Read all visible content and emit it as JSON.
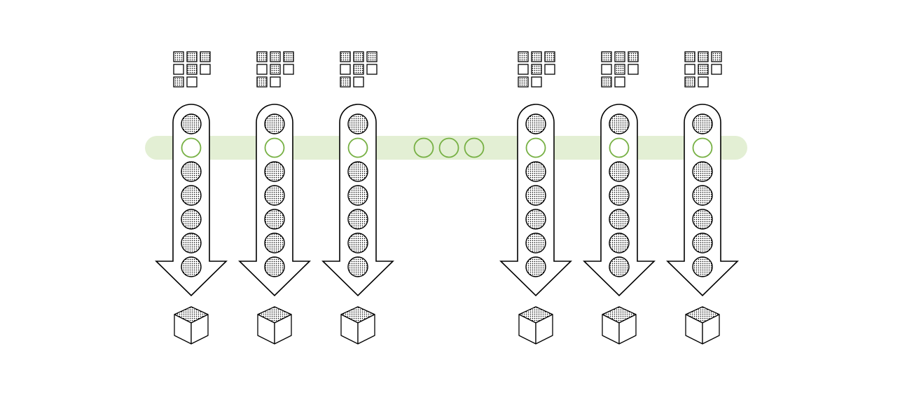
{
  "colors": {
    "stroke": "#000000",
    "fill": "#ffffff",
    "dots": "#000000",
    "highlight_band": "#e3efd4",
    "highlight_circle": "#76b043"
  },
  "columns": [
    {
      "id": "column-1",
      "grid_pattern": [
        1,
        1,
        1,
        0,
        1,
        0,
        1,
        0
      ],
      "circle_count": 7,
      "highlighted_index": 1
    },
    {
      "id": "column-2",
      "grid_pattern": [
        1,
        1,
        1,
        0,
        1,
        0,
        1,
        0
      ],
      "circle_count": 7,
      "highlighted_index": 1
    },
    {
      "id": "column-3",
      "grid_pattern": [
        1,
        1,
        1,
        0,
        1,
        0,
        1,
        0
      ],
      "circle_count": 7,
      "highlighted_index": 1
    },
    {
      "id": "column-4",
      "grid_pattern": [
        1,
        1,
        1,
        0,
        1,
        0,
        1,
        0
      ],
      "circle_count": 7,
      "highlighted_index": 1
    },
    {
      "id": "column-5",
      "grid_pattern": [
        1,
        1,
        1,
        0,
        1,
        0,
        1,
        0
      ],
      "circle_count": 7,
      "highlighted_index": 1
    },
    {
      "id": "column-6",
      "grid_pattern": [
        1,
        1,
        1,
        0,
        1,
        0,
        1,
        0
      ],
      "circle_count": 7,
      "highlighted_index": 1
    }
  ],
  "ellipsis_circle_count": 3,
  "icons": {
    "grid": "grid-icon",
    "arrow": "down-arrow-icon",
    "circle": "circle-icon",
    "cube": "cube-icon",
    "ellipsis": "ellipsis-icon"
  }
}
